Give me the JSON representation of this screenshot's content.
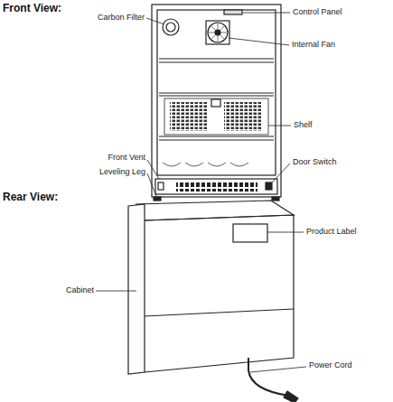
{
  "diagram": {
    "labels": [
      "Front View:",
      "Carbon Filter",
      "Control Panel",
      "Internal Fan",
      "Shelf",
      "Front Vent",
      "Door Switch",
      "Leveling Leg",
      "Rear View:",
      "Product Label",
      "Cabinet",
      "Power Cord"
    ]
  }
}
